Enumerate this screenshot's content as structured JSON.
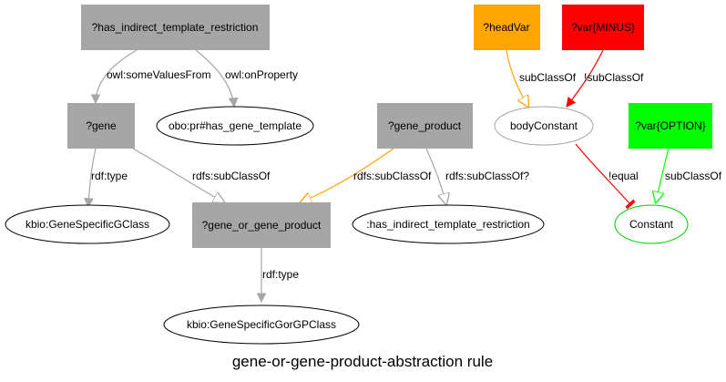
{
  "title": "gene-or-gene-product-abstraction rule",
  "colors": {
    "gray_fill": "#a6a6a6",
    "orange": "#ffa500",
    "red": "#ff0000",
    "green": "#00ff00",
    "edge_gray": "#a6a6a6",
    "edge_orange": "#ffa500",
    "edge_red": "#ff0000",
    "edge_green": "#00ff00",
    "constant_stroke": "#00cc00"
  },
  "nodes": {
    "has_indirect": "?has_indirect_template_restriction",
    "gene": "?gene",
    "has_gene_template": "obo:pr#has_gene_template",
    "gene_product": "?gene_product",
    "head_var": "?headVar",
    "var_minus": "?var{MINUS}",
    "body_constant": "bodyConstant",
    "var_option": "?var{OPTION}",
    "gene_specific_gclass": "kbio:GeneSpecificGClass",
    "gene_or_gene_product": "?gene_or_gene_product",
    "has_indirect_iri": ":has_indirect_template_restriction",
    "constant": "Constant",
    "gene_specific_gorgp": "kbio:GeneSpecificGorGPClass"
  },
  "edges": {
    "some_values_from": "owl:someValuesFrom",
    "on_property": "owl:onProperty",
    "head_subclass": "subClassOf",
    "minus_subclass": "!subClassOf",
    "gene_rdf_type": "rdf:type",
    "gene_subclass": "rdfs:subClassOf",
    "gp_subclass": "rdfs:subClassOf",
    "gp_subclass_q": "rdfs:subClassOf?",
    "not_equal": "!equal",
    "option_subclass": "subClassOf",
    "gorgp_rdf_type": "rdf:type"
  }
}
